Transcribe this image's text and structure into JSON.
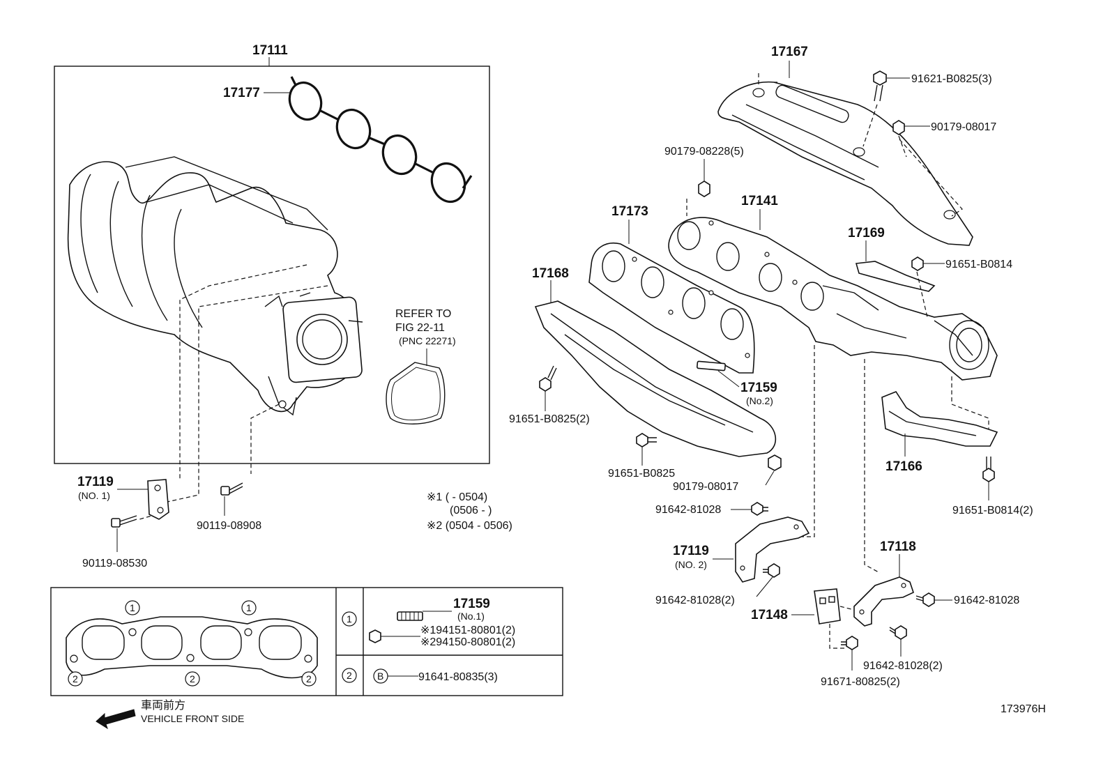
{
  "labels": {
    "p17111": "17111",
    "p17177": "17177",
    "p17167": "17167",
    "p91621": "91621-B0825(3)",
    "p90179a": "90179-08017",
    "p90179b": "90179-08228(5)",
    "p17141": "17141",
    "p17173": "17173",
    "p17169": "17169",
    "p91651a": "91651-B0814",
    "p17168": "17168",
    "p17159b": "17159",
    "p17159b_sub": "(No.2)",
    "p91651b": "91651-B0825(2)",
    "p91651c": "91651-B0825",
    "p90179c": "90179-08017",
    "p17166": "17166",
    "p91651d": "91651-B0814(2)",
    "p91642a": "91642-81028",
    "p17119b": "17119",
    "p17119b_sub": "(NO. 2)",
    "p91642b": "91642-81028(2)",
    "p17118": "17118",
    "p91642c": "91642-81028",
    "p17148": "17148",
    "p91642d": "91642-81028(2)",
    "p91671": "91671-80825(2)",
    "p17119a": "17119",
    "p17119a_sub": "(NO. 1)",
    "p90119a": "90119-08908",
    "p90119b": "90119-08530",
    "refer1": "REFER TO",
    "refer2": "FIG 22-11",
    "refer3": "(PNC 22271)",
    "note1": "※1 (         - 0504)",
    "note2": "(0506 -         )",
    "note3": "※2 (0504 - 0506)",
    "t17159": "17159",
    "t17159_sub": "(No.1)",
    "t94151": "※194151-80801(2)",
    "t94150": "※294150-80801(2)",
    "t91641": "91641-80835(3)",
    "circ1": "1",
    "circ2": "2",
    "circB": "B",
    "front_jp": "車両前方",
    "front_en": "VEHICLE FRONT SIDE",
    "diagram_id": "173976H"
  },
  "colors": {
    "line": "#111111",
    "background": "#ffffff"
  }
}
